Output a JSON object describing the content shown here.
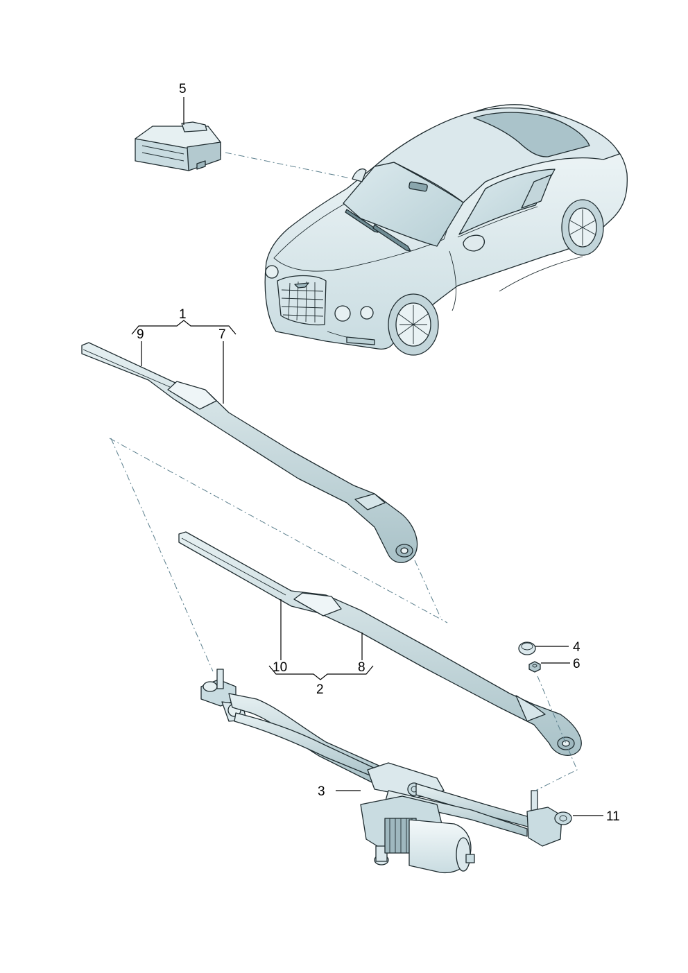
{
  "colors": {
    "part_light": "#e9f2f4",
    "part_mid": "#c6d9de",
    "part_dark": "#9fb8bf",
    "outline": "#1e2b2f",
    "dashline": "#5a7e8c"
  },
  "callouts": {
    "c1": "1",
    "c2": "2",
    "c3": "3",
    "c4": "4",
    "c5": "5",
    "c6": "6",
    "c7": "7",
    "c8": "8",
    "c9": "9",
    "c10": "10",
    "c11": "11"
  }
}
